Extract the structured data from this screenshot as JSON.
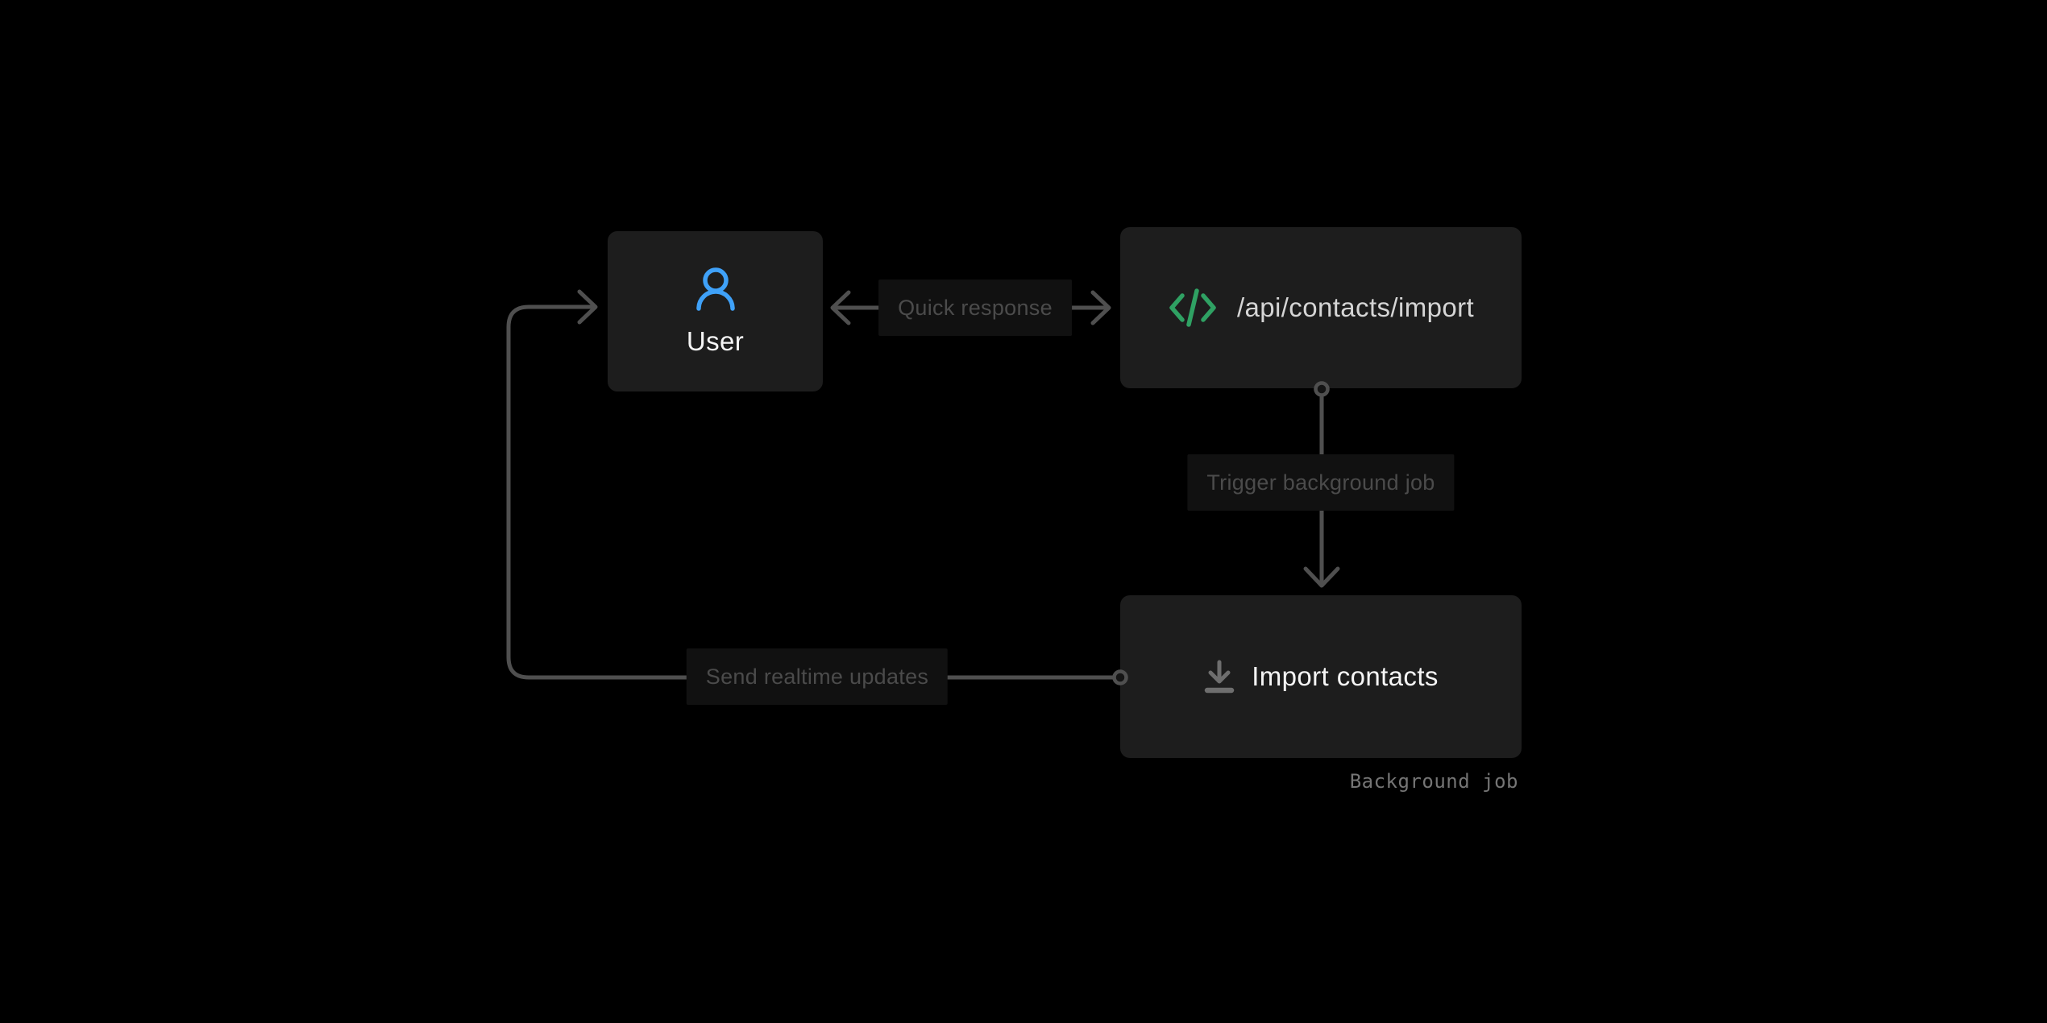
{
  "diagram": {
    "nodes": {
      "user": {
        "label": "User",
        "icon": "person-icon"
      },
      "api": {
        "label": "/api/contacts/import",
        "icon": "code-icon"
      },
      "import": {
        "label": "Import contacts",
        "icon": "download-icon",
        "annotation": "Background job"
      }
    },
    "edges": {
      "quick_response": {
        "label": "Quick response",
        "from": "api",
        "to": "user",
        "direction": "bidirectional"
      },
      "trigger": {
        "label": "Trigger background job",
        "from": "api",
        "to": "import",
        "direction": "down"
      },
      "realtime": {
        "label": "Send realtime updates",
        "from": "import",
        "to": "user",
        "direction": "left-up-right"
      }
    },
    "colors": {
      "background": "#000000",
      "node_bg": "#1d1d1d",
      "edge": "#4f4f4f",
      "edge_label_bg": "#111111",
      "edge_label_text": "#4b4b4b",
      "node_text": "#f5f5f5",
      "api_text": "#d5d5d5",
      "accent_blue": "#3fa1f8",
      "accent_green": "#2fa163",
      "icon_gray": "#6e6e6e",
      "annotation_text": "#757575"
    }
  }
}
